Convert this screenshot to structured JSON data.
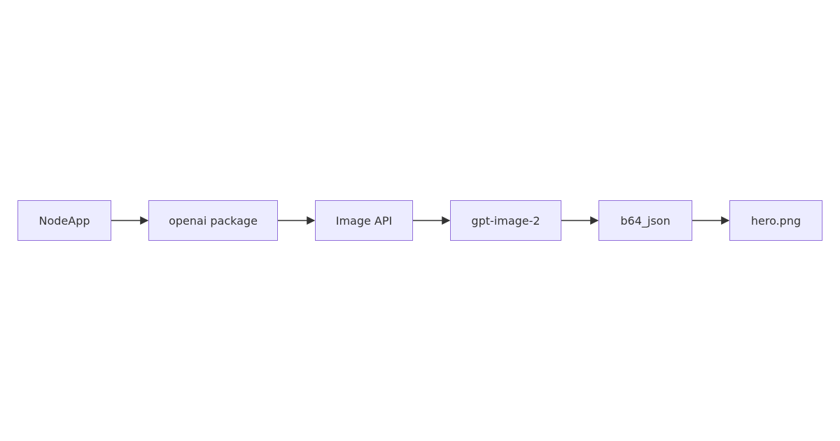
{
  "diagram": {
    "type": "flowchart",
    "direction": "left-to-right",
    "colors": {
      "node_fill": "#ececff",
      "node_border": "#9370db",
      "edge": "#333333",
      "text": "#333333"
    },
    "nodes": [
      {
        "id": "NodeApp",
        "label": "NodeApp"
      },
      {
        "id": "openai",
        "label": "openai package"
      },
      {
        "id": "ImageAPI",
        "label": "Image API"
      },
      {
        "id": "gpt",
        "label": "gpt-image-2"
      },
      {
        "id": "b64",
        "label": "b64_json"
      },
      {
        "id": "hero",
        "label": "hero.png"
      }
    ],
    "edges": [
      {
        "from": "NodeApp",
        "to": "openai"
      },
      {
        "from": "openai",
        "to": "ImageAPI"
      },
      {
        "from": "ImageAPI",
        "to": "gpt"
      },
      {
        "from": "gpt",
        "to": "b64"
      },
      {
        "from": "b64",
        "to": "hero"
      }
    ]
  }
}
